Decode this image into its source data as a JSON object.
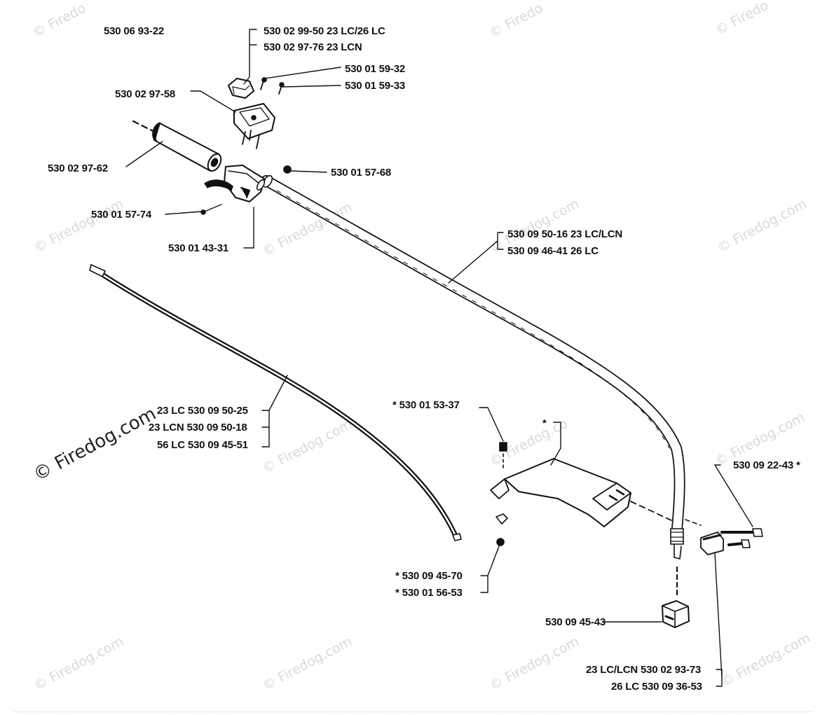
{
  "labels": {
    "top_left": "530 06 93-22",
    "top_a": "530 02 99-50 23 LC/26 LC",
    "top_b": "530 02 97-76 23 LCN",
    "screw_a": "530 01 59-32",
    "screw_b": "530 01 59-33",
    "housing": "530 02 97-58",
    "grip": "530 02 97-62",
    "screw_c": "530 01 57-68",
    "screw_d": "530 01 57-74",
    "throttle": "530 01 43-31",
    "tube_a": "530 09 50-16 23 LC/LCN",
    "tube_b": "530 09 46-41 26 LC",
    "shaft_a": "23 LC 530 09 50-25",
    "shaft_b": "23 LCN 530 09 50-18",
    "shaft_c": "56 LC 530 09 45-51",
    "guard_screw": "* 530 01 53-37",
    "guard_star": "*",
    "bolt_right": "530 09 22-43 *",
    "washer": "* 530 09 45-70",
    "nut_small": "* 530 01 56-53",
    "nut_big": "530 09 45-43",
    "clamp_a": "23 LC/LCN 530 02 93-73",
    "clamp_b": "26 LC 530 09 36-53"
  },
  "watermark": {
    "text": "© Firedog.com",
    "text_short": "© Firedo",
    "text_cut": "© Firedog.co",
    "text_prefix": "©"
  },
  "colors": {
    "ink": "#111111",
    "watermark": "#d9d9d9"
  }
}
